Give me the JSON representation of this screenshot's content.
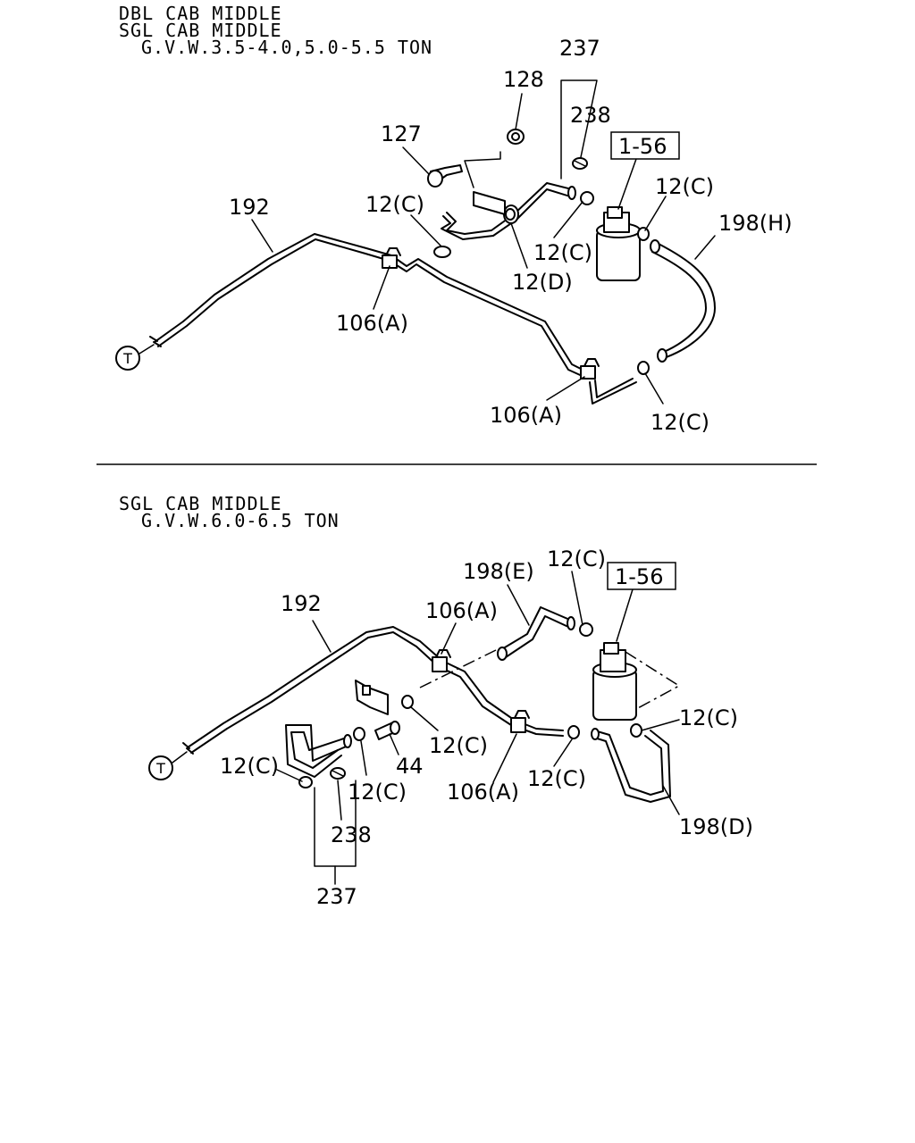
{
  "sections": {
    "top": {
      "header": [
        "DBL CAB MIDDLE",
        "SGL CAB MIDDLE",
        "G.V.W.3.5-4.0,5.0-5.5 TON"
      ],
      "callouts": {
        "c237": "237",
        "c128": "128",
        "c238": "238",
        "c127": "127",
        "c156": "1-56",
        "c12c_a": "12(C)",
        "c12c_b": "12(C)",
        "c12c_c": "12(C)",
        "c12c_d": "12(C)",
        "c12d": "12(D)",
        "c192": "192",
        "c198h": "198(H)",
        "c106a_a": "106(A)",
        "c106a_b": "106(A)",
        "term": "T"
      }
    },
    "bottom": {
      "header": [
        "SGL CAB MIDDLE",
        "G.V.W.6.0-6.5 TON"
      ],
      "callouts": {
        "c192": "192",
        "c198e": "198(E)",
        "c12c_a": "12(C)",
        "c156": "1-56",
        "c106a_a": "106(A)",
        "c12c_b": "12(C)",
        "c12c_c": "12(C)",
        "c12c_d": "12(C)",
        "c44": "44",
        "c12c_e": "12(C)",
        "c106a_b": "106(A)",
        "c12c_f": "12(C)",
        "c198d": "198(D)",
        "c238": "238",
        "c237": "237",
        "term": "T"
      }
    }
  }
}
